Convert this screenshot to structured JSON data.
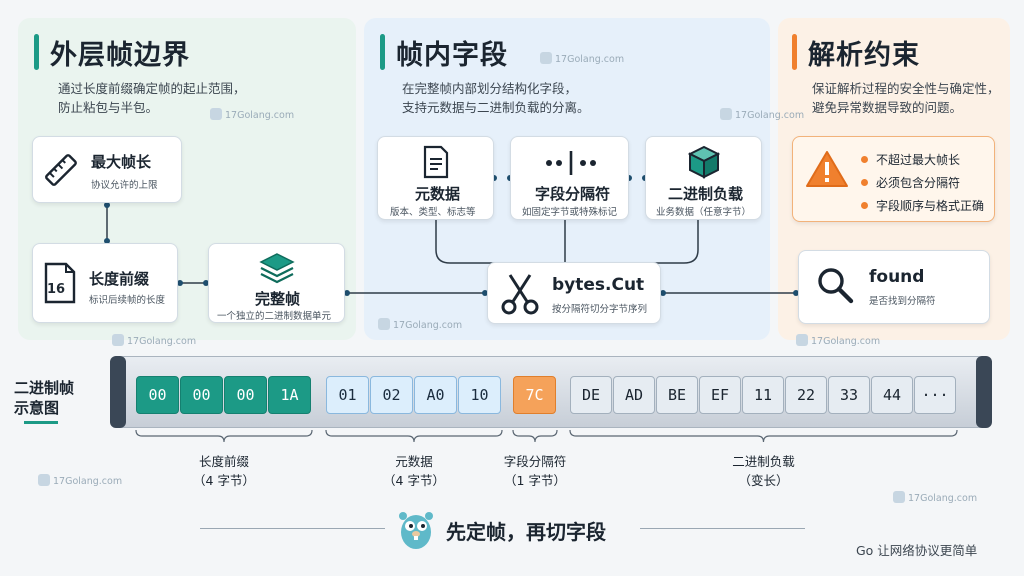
{
  "sections": {
    "outer": {
      "title": "外层帧边界",
      "desc": [
        "通过长度前缀确定帧的起止范围，",
        "防止粘包与半包。"
      ],
      "accent": "#1c9a86"
    },
    "inner": {
      "title": "帧内字段",
      "desc": [
        "在完整帧内部划分结构化字段，",
        "支持元数据与二进制负载的分离。"
      ],
      "accent": "#1c9a86"
    },
    "parse": {
      "title": "解析约束",
      "desc": [
        "保证解析过程的安全性与确定性，",
        "避免异常数据导致的问题。"
      ],
      "accent": "#f0802e"
    }
  },
  "cards": {
    "max_len": {
      "title": "最大帧长",
      "sub": "协议允许的上限",
      "icon": "ruler-icon"
    },
    "len_prefix": {
      "title": "长度前缀",
      "sub": "标识后续帧的长度",
      "icon": "document-16-icon",
      "icon_text": "16"
    },
    "full_frame": {
      "title": "完整帧",
      "sub": "一个独立的二进制数据单元",
      "icon": "layers-icon"
    },
    "metadata": {
      "title": "元数据",
      "sub": "版本、类型、标志等",
      "icon": "document-icon"
    },
    "separator": {
      "title": "字段分隔符",
      "sub": "如固定字节或特殊标记",
      "icon": "separator-icon"
    },
    "payload": {
      "title": "二进制负载",
      "sub": "业务数据（任意字节）",
      "icon": "cube-icon"
    },
    "cut": {
      "title": "bytes.Cut",
      "sub": "按分隔符切分字节序列",
      "icon": "scissors-icon"
    },
    "found": {
      "title": "found",
      "sub": "是否找到分隔符",
      "icon": "magnifier-icon"
    }
  },
  "constraints": [
    "不超过最大帧长",
    "必须包含分隔符",
    "字段顺序与格式正确"
  ],
  "diagram": {
    "label": [
      "二进制帧",
      "示意图"
    ],
    "length_bytes": [
      "00",
      "00",
      "00",
      "1A"
    ],
    "meta_bytes": [
      "01",
      "02",
      "A0",
      "10"
    ],
    "sep_bytes": [
      "7C"
    ],
    "payload_bytes": [
      "DE",
      "AD",
      "BE",
      "EF",
      "11",
      "22",
      "33",
      "44",
      "···"
    ],
    "groups": [
      {
        "name": "长度前缀",
        "size": "（4 字节）"
      },
      {
        "name": "元数据",
        "size": "（4 字节）"
      },
      {
        "name": "字段分隔符",
        "size": "（1 字节）"
      },
      {
        "name": "二进制负载",
        "size": "（变长）"
      }
    ]
  },
  "footer": {
    "slogan": "先定帧，再切字段",
    "tagline": "Go  让网络协议更简单"
  },
  "watermark": "17Golang.com",
  "colors": {
    "teal": "#1c9a86",
    "blue": "#dceefc",
    "orange": "#f5a25a",
    "gray": "#e6ecf2",
    "warning": "#f0802e"
  }
}
